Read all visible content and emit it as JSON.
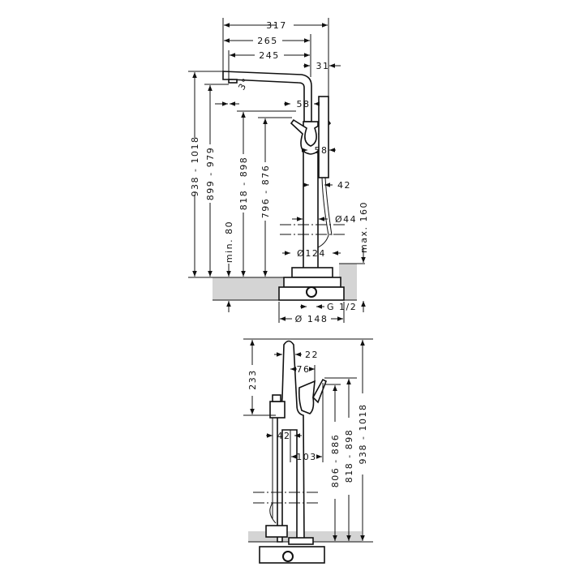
{
  "front_view": {
    "dim_overall_width": "317",
    "dim_spout_reach": "265",
    "dim_outlet_reach": "245",
    "dim_shower_offset": "31",
    "dim_angle": "3°",
    "dim_handle_width_top": "58",
    "dim_handle_width_bottom": "58",
    "dim_hose": "42",
    "dim_column_diameter": "Ø44",
    "dim_base_diameter": "Ø124",
    "dim_height_total": "938 - 1018",
    "dim_height_outlet": "899 - 979",
    "dim_min_depth": "min. 80",
    "dim_height_handle": "818 - 898",
    "dim_height_lever": "796 - 876",
    "dim_max_depth": "max. 160",
    "dim_connection": "G 1/2",
    "dim_box_diameter": "Ø 148"
  },
  "side_view": {
    "dim_head_height": "233",
    "dim_spout_width": "22",
    "dim_handle_offset": "76",
    "dim_shower_offset": "42",
    "dim_lever_reach": "103",
    "dim_height_a": "806 - 886",
    "dim_height_b": "818 - 898",
    "dim_height_total": "938 - 1018"
  },
  "colors": {
    "line": "#111111",
    "floor": "#d4d4d4"
  }
}
